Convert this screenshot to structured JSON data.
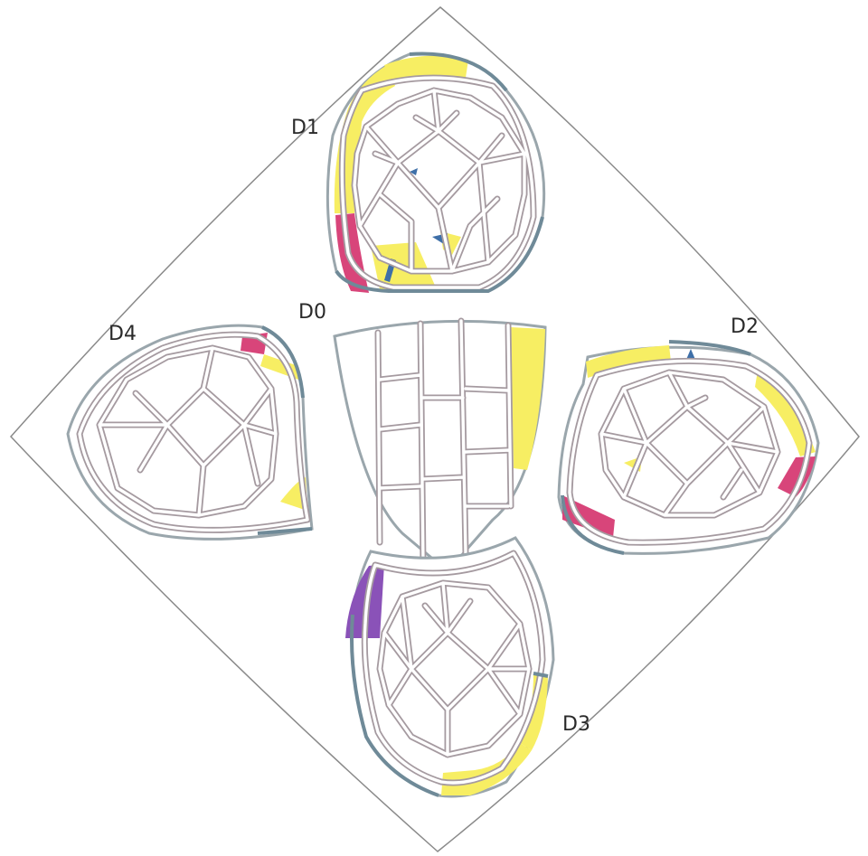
{
  "diagram": {
    "labels": {
      "d0": "D0",
      "d1": "D1",
      "d2": "D2",
      "d3": "D3",
      "d4": "D4"
    },
    "colors": {
      "yellow": "#f7ee63",
      "magenta": "#d8457a",
      "purple": "#8a52b8",
      "blue": "#3e6fa8",
      "wall": "#a59aa0",
      "outline": "#6f8a98"
    }
  }
}
